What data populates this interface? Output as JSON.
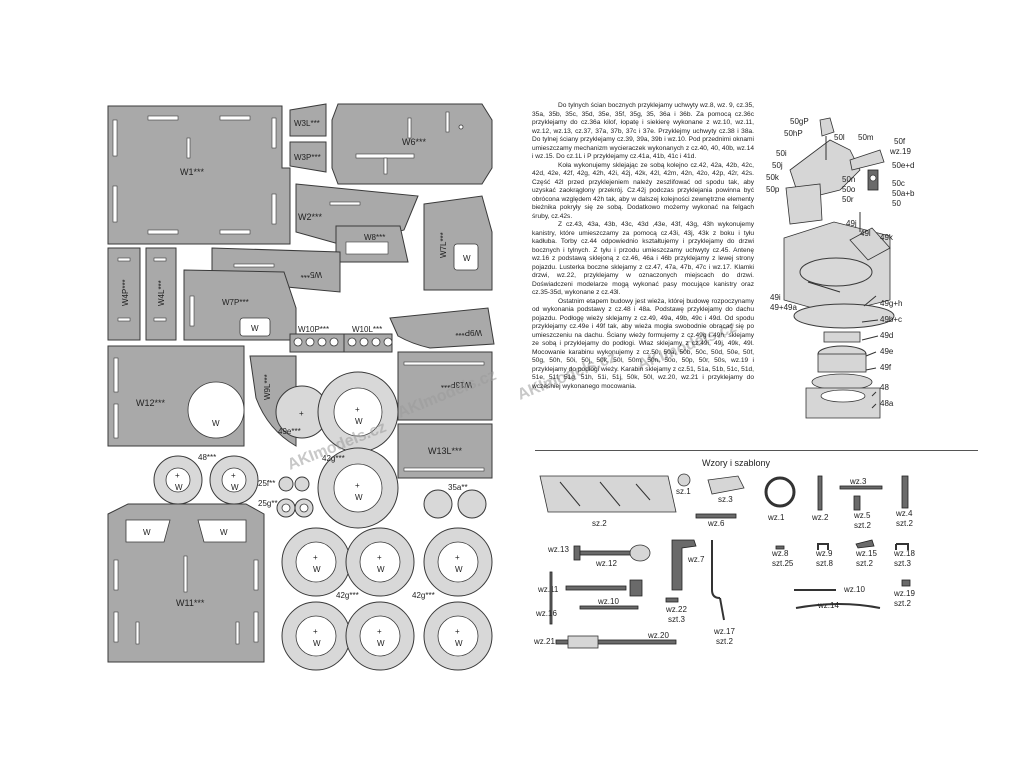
{
  "parts": {
    "w1": "W1***",
    "w2": "W2***",
    "w3l": "W3L***",
    "w3p": "W3P***",
    "w4p": "W4P***",
    "w4l": "W4L***",
    "w5": "W5***",
    "w6": "W6***",
    "w7l": "W7L***",
    "w7p": "W7P***",
    "w8": "W8***",
    "w9l": "W9L***",
    "w9p": "W9P***",
    "w10p": "W10P***",
    "w10l": "W10L***",
    "w11": "W11***",
    "w12": "W12***",
    "w13p": "W13P***",
    "w13l": "W13L***",
    "p48": "48***",
    "p49": "49e***",
    "p42g_top": "42g***",
    "p42g_a": "42g***",
    "p42g_b": "42g***",
    "p25f": "25f**",
    "p25g": "25g**",
    "p35a": "35a**",
    "w_mark": "W",
    "plus": "+"
  },
  "watermark": "AKImodels.cz",
  "instructions": [
    "Do tylnych ścian bocznych przyklejamy uchwyty wz.8, wz. 9, cz.35, 35a, 35b, 35c, 35d, 35e, 35f, 35g, 35, 36a i 36b. Za pomocą cz.36c przyklejamy do cz.36a kilof, łopatę i siekierę wykonane z wz.10, wz.11, wz.12, wz.13, cz.37, 37a, 37b, 37c i 37e. Przyklejmy uchwyty cz.38 i 38a. Do tylnej ściany przyklejamy cz.39, 39a, 39b i wz.10. Pod przednimi oknami umieszczamy mechanizm wycieraczek wykonanych z cz.40, 40, 40b, wz.14 i wz.15. Do cz.1L i P przyklejamy cz.41a, 41b, 41c i 41d.",
    "Koła wykonujemy sklejając ze sobą kolejno cz.42, 42a, 42b, 42c, 42d, 42e, 42f, 42g, 42h, 42i, 42j, 42k, 42l, 42m, 42n, 42o, 42p, 42r, 42s. Część 42l przed przyklejeniem należy zeszlifować od spodu tak, aby uzyskać zaokrąglony przekrój. Cz.42j podczas przyklejania powinna być obrócona względem 42h tak, aby w dalszej kolejności zewnętrzne elementy bieżnika pokryły się ze sobą. Dodatkowo możemy wykonać na felgach śruby, cz.42s.",
    "Z cz.43, 43a, 43b, 43c, 43d ,43e, 43f, 43g, 43h wykonujemy kanistry, które umieszczamy za pomocą cz.43i, 43j, 43k z boku i tyłu kadłuba. Torby cz.44 odpowiednio kształtujemy i przyklejamy do drzwi bocznych i tylnych. Z tyłu i przodu umieszczamy uchwyty cz.45. Antenę wz.16 z podstawą sklejoną z cz.46, 46a i 46b przyklejamy z lewej strony pojazdu. Lusterka boczne sklejamy z cz.47, 47a, 47b, 47c i wz.17. Klamki drzwi, wz.22, przyklejamy w oznaczonych miejscach do drzwi. Doświadczeni modelarze mogą wykonać pasy mocujące kanistry oraz cz.35-35d, wykonane z cz.43l.",
    "Ostatnim etapem budowy jest wieża, której budowę rozpoczynamy od wykonania podstawy z cz.48 i 48a. Podstawę przyklejamy do dachu pojazdu. Podłogę wieży sklejamy z cz.49, 49a, 49b, 49c i 49d. Od spodu przyklejamy cz.49e i 49f tak, aby wieża mogła swobodnie obracać się po umieszczeniu na dachu. Ściany wieży formujemy z cz.49g i 49h, sklejamy ze sobą i przyklejamy do podłogi. Właz sklejamy z cz.49i, 49j, 49k, 49l. Mocowanie karabinu wykonujemy z cz.50, 50a, 50b, 50c, 50d, 50e, 50f, 50g, 50h, 50i, 50j, 50k, 50l, 50m, 50n, 50o, 50p, 50r, 50s, wz.19 i przyklejamy do podłogi wieży. Karabin sklejamy z cz.51, 51a, 51b, 51c, 51d, 51e, 51f, 51g, 51h, 51i, 51j, 50k, 50l, wz.20, wz.21 i przyklejamy do wcześniej wykonanego mocowania."
  ],
  "turret_labels": {
    "l50gP": "50gP",
    "l50hP": "50hP",
    "l50l": "50l",
    "l50m": "50m",
    "l50f": "50f",
    "l50i": "50i",
    "l50j": "50j",
    "l50k": "50k",
    "l50p": "50p",
    "l50n": "50n",
    "l50o": "50o",
    "l50r": "50r",
    "lwz19": "wz.19",
    "l50ed": "50e+d",
    "l50c": "50c",
    "l50ab": "50a+b",
    "l50": "50",
    "l49j": "49j",
    "l49l": "49l",
    "l49k": "49k",
    "l49i": "49i",
    "l49i49a": "49+49a",
    "l49gh": "49g+h",
    "l49bc": "49b+c",
    "l49d": "49d",
    "l49e": "49e",
    "l49f": "49f",
    "l48": "48",
    "l48a": "48a"
  },
  "templates": {
    "title": "Wzory i szablony",
    "sz1": "sz.1",
    "sz2": "sz.2",
    "sz3": "sz.3",
    "wz1": "wz.1",
    "wz2": "wz.2",
    "wz3": "wz.3",
    "wz4": "wz.4",
    "wz4q": "szt.2",
    "wz5": "wz.5",
    "wz5q": "szt.2",
    "wz6": "wz.6",
    "wz7": "wz.7",
    "wz8": "wz.8",
    "wz8q": "szt.25",
    "wz9": "wz.9",
    "wz9q": "szt.8",
    "wz10a": "wz.10",
    "wz10b": "wz.10",
    "wz11": "wz.11",
    "wz12": "wz.12",
    "wz13": "wz.13",
    "wz14": "wz.14",
    "wz15": "wz.15",
    "wz15q": "szt.2",
    "wz16": "wz.16",
    "wz17": "wz.17",
    "wz17q": "szt.2",
    "wz18": "wz.18",
    "wz18q": "szt.3",
    "wz19": "wz.19",
    "wz19q": "szt.2",
    "wz20": "wz.20",
    "wz21": "wz.21",
    "wz22": "wz.22",
    "wz22q": "szt.3"
  }
}
